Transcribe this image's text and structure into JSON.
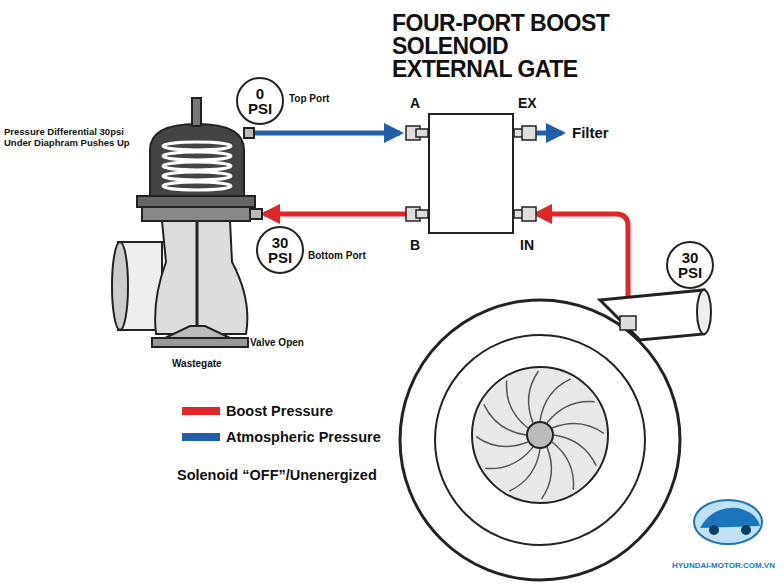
{
  "diagram": {
    "title": "FOUR-PORT BOOST SOLENOID EXTERNAL GATE",
    "nodes": [
      {
        "text": [
          "0 PSI"
        ]
      },
      {
        "text": [
          "30 PSI"
        ]
      },
      {
        "text": [
          "30 PSI"
        ]
      },
      {
        "text": [
          "A",
          "EX",
          "B",
          "IN"
        ]
      }
    ],
    "labels": [
      "Top Port",
      "Pressure Differential 30psi Under Diaphram Pushes Up",
      "Bottom Port",
      "Valve Open",
      "Wastegate",
      "Filter",
      "Solenoid “OFF”/Unenergized",
      "HYUNDAI-MOTOR.COM.VN"
    ],
    "legend": [
      {
        "text": "Boost Pressure",
        "color": "#e0262b"
      },
      {
        "text": "Atmospheric Pressure",
        "color": "#1f5fa8"
      }
    ]
  }
}
